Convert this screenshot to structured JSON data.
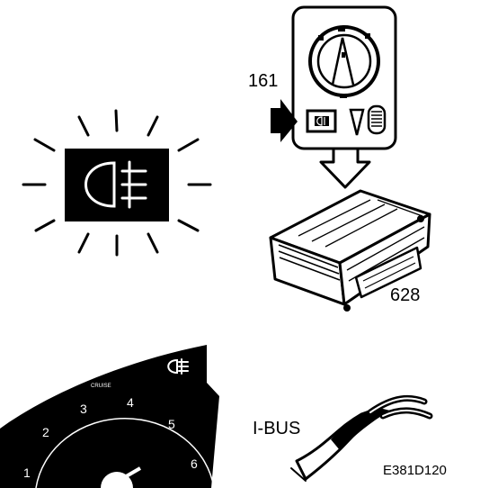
{
  "callouts": {
    "switch_panel": "161",
    "control_module": "628",
    "bus_label": "I-BUS",
    "figure_ref": "E381D120"
  },
  "gauge": {
    "cruise_label": "CRUISE",
    "ticks": [
      "1",
      "2",
      "3",
      "4",
      "5",
      "6"
    ]
  },
  "icons": {
    "indicator": "rear-fog-lamp-icon",
    "switch": "fog-lamp-switch-icon",
    "cluster_telltale": "rear-fog-lamp-icon"
  },
  "colors": {
    "ink": "#000000",
    "paper": "#ffffff"
  }
}
